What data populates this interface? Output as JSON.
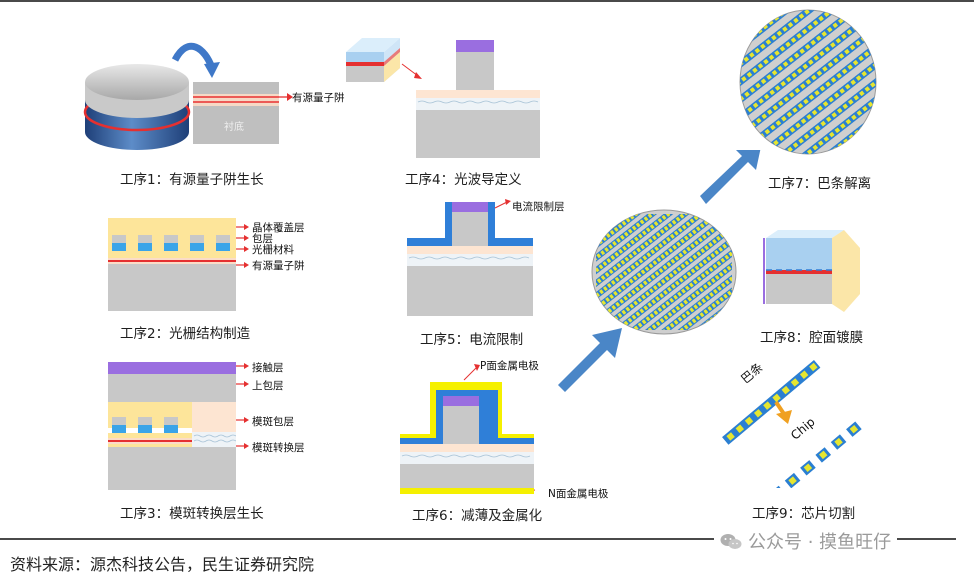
{
  "steps": {
    "s1": {
      "caption": "工序1：有源量子阱生长",
      "labels": {
        "mqw": "有源量子阱",
        "substrate": "衬底"
      }
    },
    "s2": {
      "caption": "工序2：光栅结构制造",
      "labels": {
        "cap_layer": "晶体覆盖层",
        "cladding": "包层",
        "grating": "光栅材料",
        "mqw": "有源量子阱"
      }
    },
    "s3": {
      "caption": "工序3：模斑转换层生长",
      "labels": {
        "contact": "接触层",
        "upper_cladding": "上包层",
        "ssc_cladding": "模斑包层",
        "ssc_layer": "模斑转换层"
      }
    },
    "s4": {
      "caption": "工序4：光波导定义"
    },
    "s5": {
      "caption": "工序5：电流限制",
      "labels": {
        "current_block": "电流限制层"
      }
    },
    "s6": {
      "caption": "工序6：减薄及金属化",
      "labels": {
        "p_metal": "P面金属电极",
        "n_metal": "N面金属电极"
      }
    },
    "s7": {
      "caption": "工序7：巴条解离"
    },
    "s8": {
      "caption": "工序8：腔面镀膜"
    },
    "s9": {
      "caption": "工序9：芯片切割",
      "labels": {
        "bar": "巴条",
        "chip": "Chip"
      }
    }
  },
  "source": "资料来源：源杰科技公告，民生证券研究院",
  "watermark": "公众号 · 摸鱼旺仔",
  "icons": {
    "watermark": "wechat-icon",
    "arrows": "arrow-icon"
  },
  "colors": {
    "blue": "#2f7fd8",
    "lightblue": "#a9d0f0",
    "purple": "#9a6ee0",
    "yellow": "#f5f000",
    "gray": "#c8c8c8",
    "peach": "#fde5d2",
    "red": "#e8262b",
    "arrow": "#4a86c7",
    "cream": "#fbe6a8"
  }
}
